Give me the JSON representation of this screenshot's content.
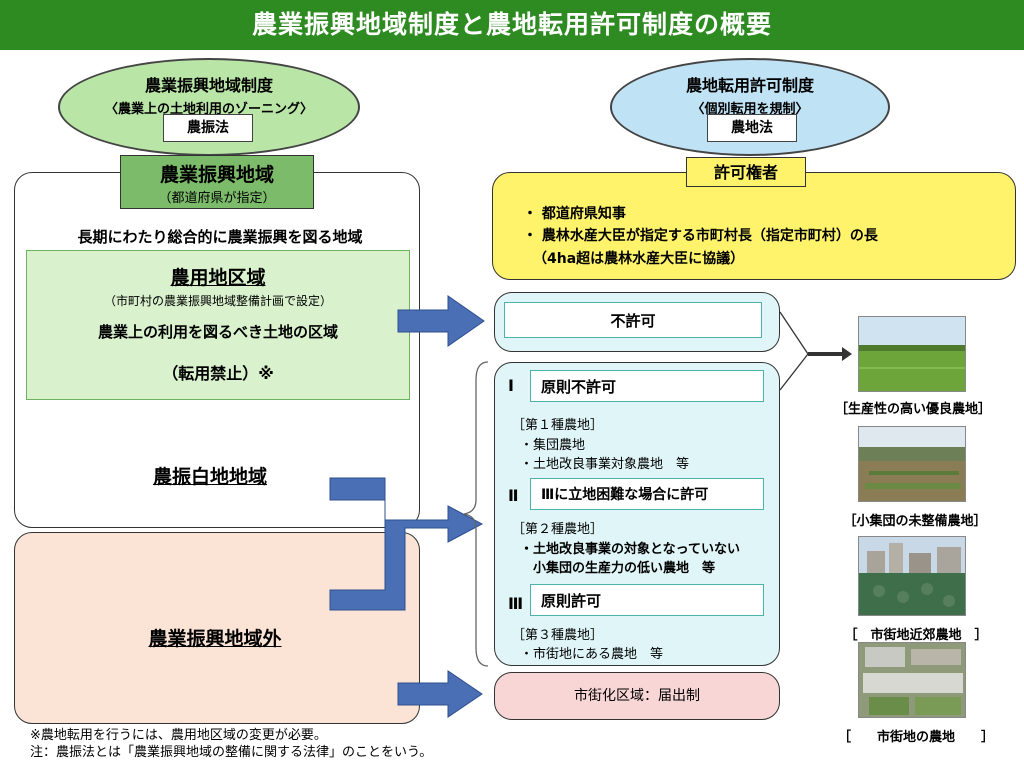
{
  "title": "農業振興地域制度と農地転用許可制度の概要",
  "left_oval": {
    "title": "農業振興地域制度",
    "subtitle": "〈農業上の土地利用のゾーニング〉",
    "law": "農振法"
  },
  "right_oval": {
    "title": "農地転用許可制度",
    "subtitle": "〈個別転用を規制〉",
    "law": "農地法"
  },
  "nogyo_area": {
    "header": "農業振興地域",
    "header_sub": "（都道府県が指定）",
    "desc": "長期にわたり総合的に農業振興を図る地域"
  },
  "noyochi": {
    "title": "農用地区域",
    "sub": "（市町村の農業振興地域整備計画で設定）",
    "desc": "農業上の利用を図るべき土地の区域",
    "ban": "（転用禁止）※"
  },
  "shiroji": "農振白地地域",
  "outside": "農業振興地域外",
  "authority": {
    "label": "許可権者",
    "items": [
      "・ 都道府県知事",
      "・ 農林水産大臣が指定する市町村長（指定市町村）の長"
    ],
    "note": "（4ha超は農林水産大臣に協議）"
  },
  "fukyoka": "不許可",
  "criteria": [
    {
      "num": "Ⅰ",
      "label": "原則不許可",
      "cat": "［第１種農地］",
      "items": [
        "・集団農地",
        "・土地改良事業対象農地　等"
      ]
    },
    {
      "num": "Ⅱ",
      "label": "Ⅲに立地困難な場合に許可",
      "cat": "［第２種農地］",
      "items": [
        "・土地改良事業の対象となっていない",
        "　小集団の生産力の低い農地　等"
      ]
    },
    {
      "num": "Ⅲ",
      "label": "原則許可",
      "cat": "［第３種農地］",
      "items": [
        "・市街地にある農地　等"
      ]
    }
  ],
  "shigaika": "市街化区域：届出制",
  "photos": [
    {
      "caption": "［生産性の高い優良農地］",
      "kind": "rice-field"
    },
    {
      "caption": "［小集団の未整備農地］",
      "kind": "small-farm"
    },
    {
      "caption": "［　市街地近郊農地　］",
      "kind": "suburban-farm"
    },
    {
      "caption": "［　　市街地の農地　　］",
      "kind": "urban-farm"
    }
  ],
  "footnotes": [
    "※農地転用を行うには、農用地区域の変更が必要。",
    "注：農振法とは「農業振興地域の整備に関する法律」のことをいう。"
  ],
  "colors": {
    "title_bar": "#2e8b22",
    "green_oval": "#b9e6a7",
    "blue_oval": "#bfe2f5",
    "yellow": "#fff36b",
    "arrow": "#4a6fb5"
  }
}
